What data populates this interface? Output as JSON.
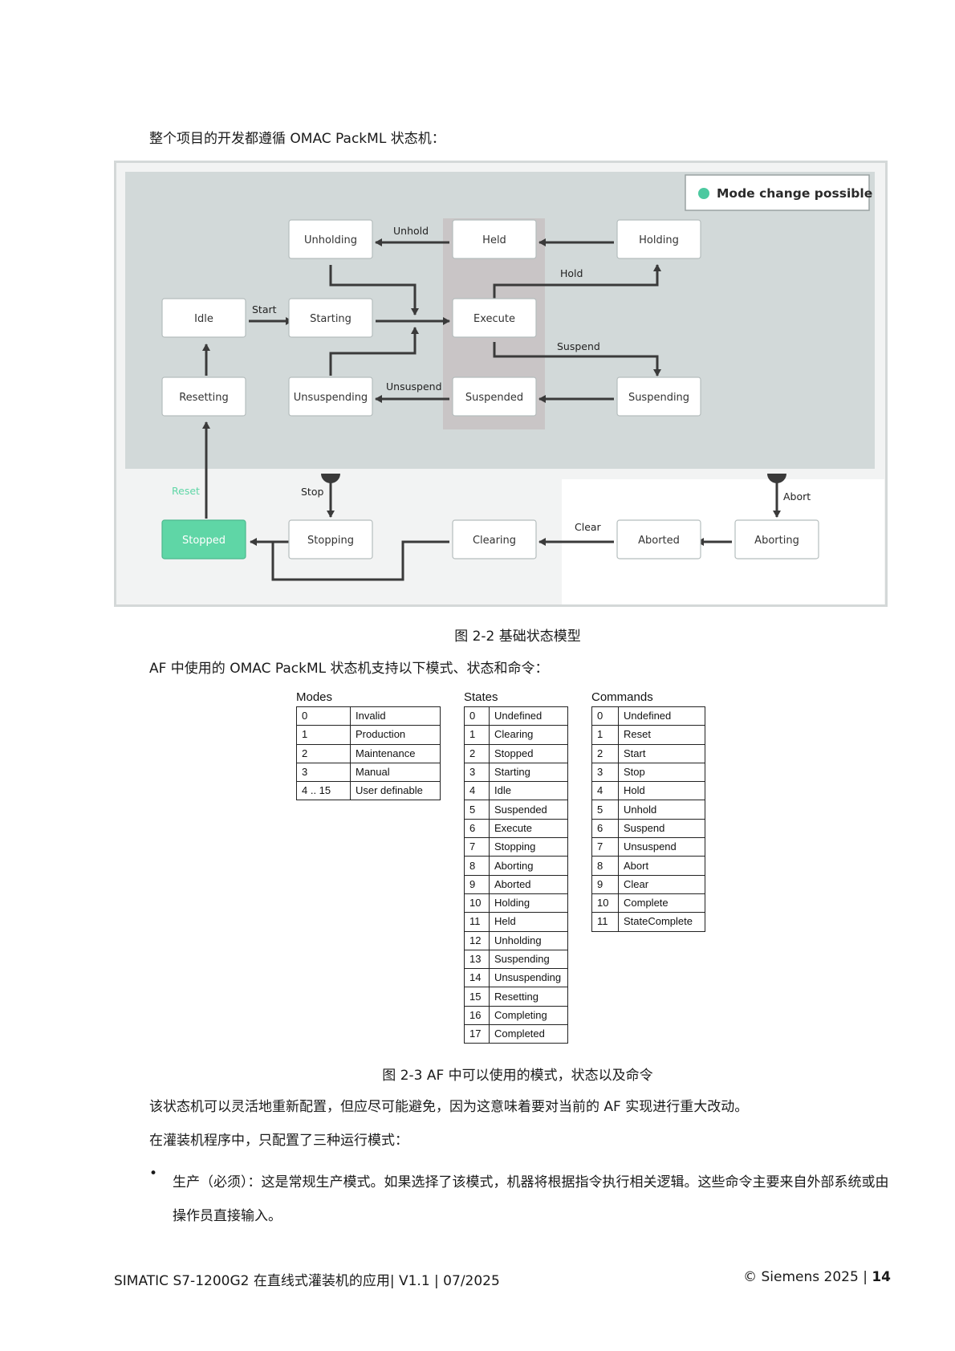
{
  "intro": "整个项目的开发都遵循 OMAC PackML 状态机：",
  "diagram": {
    "legend": "Mode change possible",
    "states": {
      "unholding": "Unholding",
      "held": "Held",
      "holding": "Holding",
      "idle": "Idle",
      "starting": "Starting",
      "execute": "Execute",
      "resetting": "Resetting",
      "unsuspending": "Unsuspending",
      "suspended": "Suspended",
      "suspending": "Suspending",
      "stopped": "Stopped",
      "stopping": "Stopping",
      "clearing": "Clearing",
      "aborted": "Aborted",
      "aborting": "Aborting"
    },
    "commands": {
      "unhold": "Unhold",
      "hold": "Hold",
      "start": "Start",
      "suspend": "Suspend",
      "unsuspend": "Unsuspend",
      "reset": "Reset",
      "stop": "Stop",
      "clear": "Clear",
      "abort": "Abort"
    },
    "colors": {
      "stopped_fill": "#5fd6a6",
      "legend_dot": "#4cc9a0",
      "main_area": "#d2d9d9",
      "execute_band": "#c9c5c6"
    }
  },
  "fig1_caption": "图 2-2 基础状态模型",
  "lead2": "AF 中使用的 OMAC PackML 状态机支持以下模式、状态和命令：",
  "modes": {
    "title": "Modes",
    "rows": [
      [
        "0",
        "Invalid"
      ],
      [
        "1",
        "Production"
      ],
      [
        "2",
        "Maintenance"
      ],
      [
        "3",
        "Manual"
      ],
      [
        "4 .. 15",
        "User definable"
      ]
    ]
  },
  "states": {
    "title": "States",
    "rows": [
      [
        "0",
        "Undefined"
      ],
      [
        "1",
        "Clearing"
      ],
      [
        "2",
        "Stopped"
      ],
      [
        "3",
        "Starting"
      ],
      [
        "4",
        "Idle"
      ],
      [
        "5",
        "Suspended"
      ],
      [
        "6",
        "Execute"
      ],
      [
        "7",
        "Stopping"
      ],
      [
        "8",
        "Aborting"
      ],
      [
        "9",
        "Aborted"
      ],
      [
        "10",
        "Holding"
      ],
      [
        "11",
        "Held"
      ],
      [
        "12",
        "Unholding"
      ],
      [
        "13",
        "Suspending"
      ],
      [
        "14",
        "Unsuspending"
      ],
      [
        "15",
        "Resetting"
      ],
      [
        "16",
        "Completing"
      ],
      [
        "17",
        "Completed"
      ]
    ]
  },
  "commands": {
    "title": "Commands",
    "rows": [
      [
        "0",
        "Undefined"
      ],
      [
        "1",
        "Reset"
      ],
      [
        "2",
        "Start"
      ],
      [
        "3",
        "Stop"
      ],
      [
        "4",
        "Hold"
      ],
      [
        "5",
        "Unhold"
      ],
      [
        "6",
        "Suspend"
      ],
      [
        "7",
        "Unsuspend"
      ],
      [
        "8",
        "Abort"
      ],
      [
        "9",
        "Clear"
      ],
      [
        "10",
        "Complete"
      ],
      [
        "11",
        "StateComplete"
      ]
    ]
  },
  "fig2_caption": "图 2-3 AF 中可以使用的模式，状态以及命令",
  "para3": "该状态机可以灵活地重新配置，但应尽可能避免，因为这意味着要对当前的 AF 实现进行重大改动。",
  "para4": "在灌装机程序中，只配置了三种运行模式：",
  "bullet": "生产（必须）：这是常规生产模式。如果选择了该模式，机器将根据指令执行相关逻辑。这些命令主要来自外部系统或由操作员直接输入。",
  "footer": {
    "left": "SIMATIC S7-1200G2 在直线式灌装机的应用| V1.1 | 07/2025",
    "right": "© Siemens 2025 | ",
    "page": "14"
  }
}
